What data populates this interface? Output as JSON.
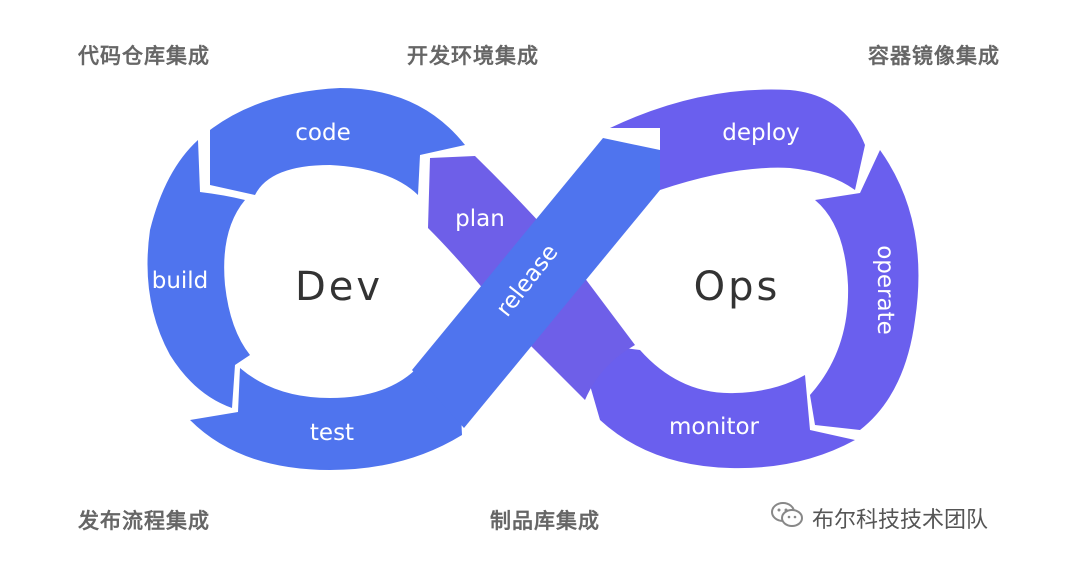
{
  "labels": {
    "top_left": "代码仓库集成",
    "top_center": "开发环境集成",
    "top_right": "容器镜像集成",
    "bottom_left": "发布流程集成",
    "bottom_center": "制品库集成"
  },
  "hubs": {
    "dev": "Dev",
    "ops": "Ops"
  },
  "stages": {
    "code": "code",
    "build": "build",
    "test": "test",
    "plan": "plan",
    "release": "release",
    "deploy": "deploy",
    "operate": "operate",
    "monitor": "monitor"
  },
  "watermark": {
    "icon": "wechat-icon",
    "text": "布尔科技技术团队"
  },
  "colors": {
    "dev_blue": "#4f74ee",
    "ops_purple": "#6a5fee",
    "plan_purple": "#6e5fe8",
    "hub_text": "#333333",
    "label_gray": "#666666"
  }
}
